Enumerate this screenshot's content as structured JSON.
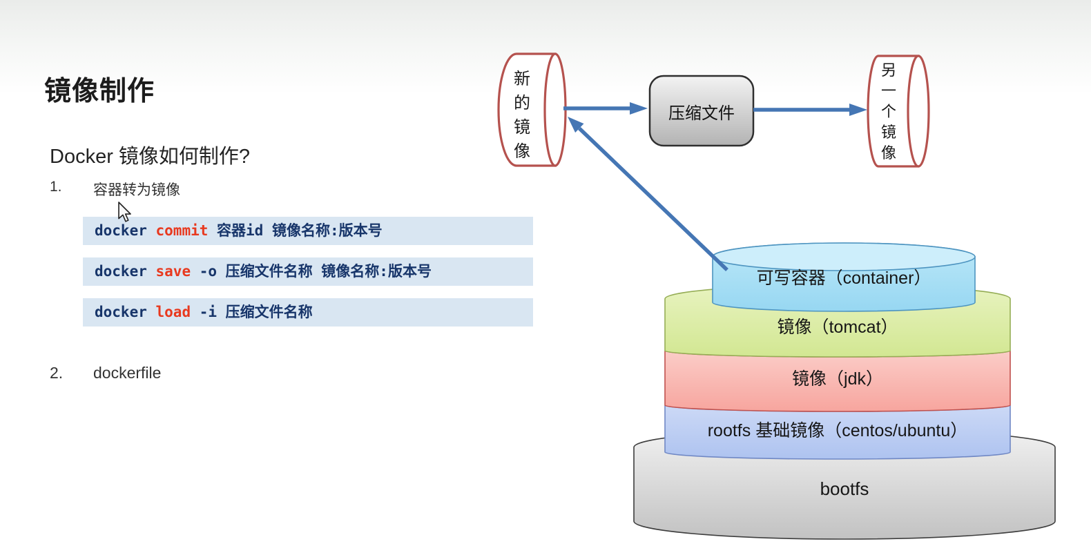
{
  "slide": {
    "title": "镜像制作",
    "subtitle": "Docker 镜像如何制作?",
    "items": [
      {
        "num": "1.",
        "label": "容器转为镜像"
      },
      {
        "num": "2.",
        "label": "dockerfile"
      }
    ],
    "code_blocks": [
      {
        "cmd": "docker ",
        "keyword": "commit",
        "args": " 容器id 镜像名称:版本号"
      },
      {
        "cmd": "docker ",
        "keyword": "save",
        "args": " -o 压缩文件名称 镜像名称:版本号"
      },
      {
        "cmd": "docker ",
        "keyword": "load",
        "args": " -i 压缩文件名称"
      }
    ]
  },
  "diagram": {
    "new_image_cylinder": "新的镜像",
    "compressed_file_box": "压缩文件",
    "another_image_cylinder": "另一个镜像",
    "stack_layers": [
      {
        "label": "可写容器（container）",
        "fill": "#a9e0f6"
      },
      {
        "label": "镜像（tomcat）",
        "fill": "#daeda4"
      },
      {
        "label": "镜像（jdk）",
        "fill": "#f9b2ac"
      },
      {
        "label": "rootfs 基础镜像（centos/ubuntu）",
        "fill": "#b7c9f1"
      },
      {
        "label": "bootfs",
        "fill": "#d9d9d9"
      }
    ]
  },
  "colors": {
    "arrow": "#4576b4",
    "cylinder_stroke": "#b5524e",
    "code_background": "#d9e6f2",
    "code_text": "#17356a",
    "code_keyword": "#e8391f",
    "box_border": "#2f2f2f"
  }
}
